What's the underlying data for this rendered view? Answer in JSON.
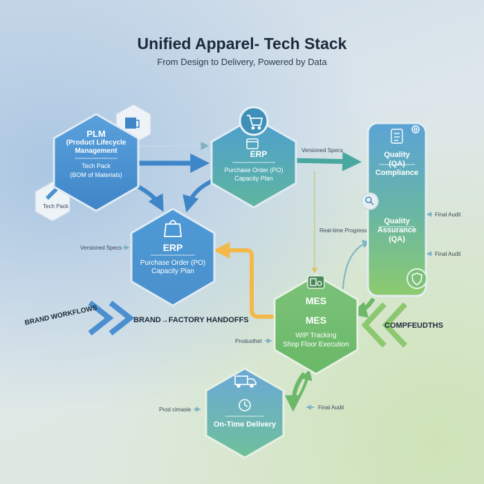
{
  "title": "Unified Apparel- Tech Stack",
  "subtitle": "From Design to Delivery, Powered by Data",
  "nodes": {
    "plm": {
      "title": "PLM",
      "sub1": "(Product Lifecycle",
      "sub2": "Management",
      "line1": "Tech Pack",
      "line2": "(BOM of Materials)"
    },
    "erp_top": {
      "title": "ERP",
      "line1": "Purchase Order (PO)",
      "line2": "Capacity Plan"
    },
    "erp_mid": {
      "title": "ERP",
      "line1": "Purchase Order (PO)",
      "line2": "Capacity Plan"
    },
    "qa": {
      "top1": "Quality",
      "top2": "(QA)",
      "top3": "Compliance",
      "mid1": "Quality",
      "mid2": "Assurance",
      "mid3": "(QA)"
    },
    "mes": {
      "title1": "MES",
      "title2": "MES",
      "line1": "WIP Tracking",
      "line2": "Shop Floor Execution"
    },
    "delivery": {
      "title": "On-Time Delivery"
    }
  },
  "labels": {
    "tech_pack_small": "Tech Pack",
    "versioned_specs_top": "Versioned Specs",
    "versioned_specs_left": "Versioned Specs",
    "realtime_progress": "Real-time Progress",
    "final_audit_1": "Final Audit",
    "final_audit_2": "Final Audit",
    "final_audit_3": "Final Audit",
    "brand_workflows": "BRAND WORKFLOWS",
    "handoffs": "BRAND→FACTORY HANDOFFS",
    "compliance_banner": "COMPFEUDTHS",
    "product_sheet": "Produsthet",
    "prod_schedule": "Prod cimasle"
  },
  "colors": {
    "blue": "#4a90d0",
    "teal": "#5bb0a8",
    "green": "#8cc870",
    "orange": "#f2b84a"
  }
}
